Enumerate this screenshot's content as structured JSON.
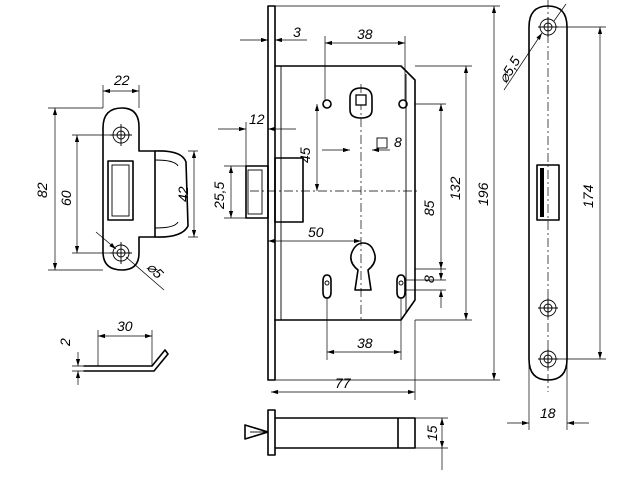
{
  "dimensions": {
    "lock_front_thickness": "3",
    "lock_top_holes_spacing": "38",
    "lock_latch_projection": "12",
    "lock_square_to_top_hole": "45",
    "lock_square_size": "8",
    "lock_latch_height": "25,5",
    "lock_backset": "50",
    "lock_center_distance": "85",
    "lock_case_height": "132",
    "lock_faceplate_height": "196",
    "lock_cylinder_hole_offset": "8",
    "lock_bottom_holes_spacing": "38",
    "lock_case_depth": "77",
    "lock_faceplate_side_width": "15",
    "strike_width": "22",
    "strike_hole_spacing": "60",
    "strike_length": "82",
    "strike_lip_height": "42",
    "strike_hole_diameter": "5",
    "strike_side_length": "30",
    "strike_side_thickness": "2",
    "faceplate_hole_diameter": "5,5",
    "faceplate_hole_spacing": "174",
    "faceplate_width": "18"
  },
  "symbols": {
    "diameter": "⌀"
  }
}
